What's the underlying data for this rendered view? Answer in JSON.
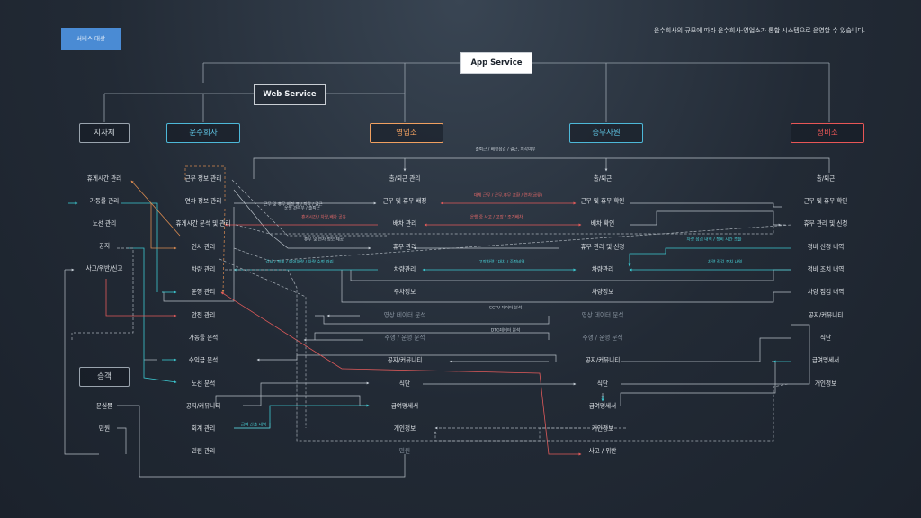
{
  "tag": "서비스 대상",
  "top_note": "운수회사의 규모에 따라 운수회사-영업소가 통합 시스템으로 운영할 수 있습니다.",
  "services": {
    "app": "App Service",
    "web": "Web Service"
  },
  "columns": {
    "jijache": "지자체",
    "unsu": "운수회사",
    "yeongeop": "영업소",
    "seungmu": "승무사원",
    "jeongbi": "정비소",
    "seunggaek": "승객"
  },
  "colors": {
    "jijache": "#9aa4ae",
    "unsu": "#4db8d8",
    "yeongeop": "#f0a060",
    "seungmu": "#4db8d8",
    "jeongbi": "#e85656",
    "seunggaek": "#9aa4ae",
    "red_link": "#e05a5a",
    "cyan_link": "#3cc8d0",
    "gray_link": "#b8c0c8",
    "orange_link": "#d88a50"
  },
  "jijache_items": [
    "휴게시간 관리",
    "가동률 관리",
    "노선 관리",
    "공지",
    "사고/위반/신고"
  ],
  "passenger_items": [
    "분실물",
    "민원"
  ],
  "unsu_items": [
    "근무 정보 관리",
    "연차 정보 관리",
    "휴게시간 분석 및 관리",
    "인사 관리",
    "차량 관리",
    "운행 관리",
    "안전 관리",
    "가동률 분석",
    "수익금 분석",
    "노선 분석",
    "공지/커뮤니티",
    "회계 관리",
    "민원 관리"
  ],
  "yeongeop_items": [
    "출/퇴근 관리",
    "근무 및 휴무 배정",
    "배차 관리",
    "휴무 관리",
    "차량관리",
    "주차정보",
    "영상 데이터 분석",
    "주행 / 운행 분석",
    "공지/커뮤니티",
    "식단",
    "급여명세서",
    "개인정보",
    "민원"
  ],
  "seungmu_items": [
    "출/퇴근",
    "근무 및 휴무 확인",
    "배차 확인",
    "휴무 관리 및 신청",
    "차량관리",
    "차량정보",
    "영상 데이터 분석",
    "주행 / 운행 분석",
    "공지/커뮤니티",
    "식단",
    "급여명세서",
    "개인정보",
    "사고 / 위반"
  ],
  "jeongbi_items": [
    "출/퇴근",
    "근무 및 휴무 확인",
    "휴무 관리 및 신청",
    "정비 신청 내역",
    "정비 조치 내역",
    "차량 점검 내역",
    "공지/커뮤니티",
    "식단",
    "급여명세서",
    "개인정보"
  ],
  "link_labels": {
    "checkin_top": "출퇴근 / 배정점검 / 결근, 지각여부",
    "shift": "근무 및 휴무 배정 표 / 지각 / 결근",
    "vacation_req": "대체 근무 / 근무,휴무 교환 / 연차(금류)",
    "dispatch_left": "운행 관리부 / 출퇴근",
    "rest_dispatch": "휴게시간 / 차량,배차 공유",
    "dispatch_change": "운행 중 사고 / 고장 / 조기배차",
    "vacation_info": "휴무 및 연차 정보 제공",
    "vehicle_left": "검사 / 정비 / 에어처량 / 차량 수정 관리",
    "vehicle_mid": "고장차량 / 대차 / 주정비역",
    "maint_req": "차량 점검 내역 / 정비 시간 조율",
    "maint_done": "차량 점검 조치 내역",
    "cctv": "CCTV 데이터 분석",
    "dtg": "DTG데이터 분석",
    "salary_info": "급여 산출 내역"
  }
}
